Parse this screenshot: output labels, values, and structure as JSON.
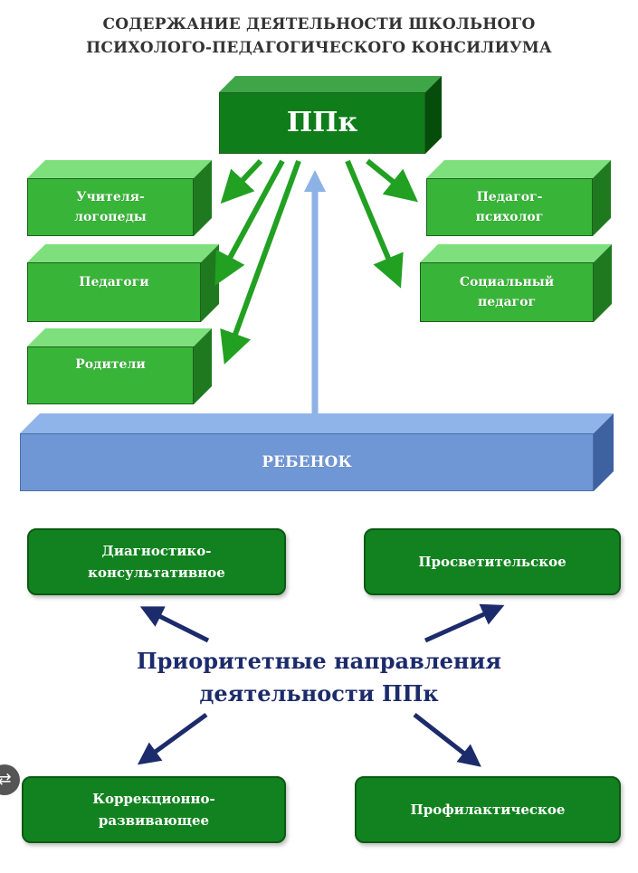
{
  "title": {
    "line1": "СОДЕРЖАНИЕ ДЕЯТЕЛЬНОСТИ ШКОЛЬНОГО",
    "line2": "ПСИХОЛОГО-ПЕДАГОГИЧЕСКОГО КОНСИЛИУМА"
  },
  "ppk": "ППк",
  "left_boxes": [
    {
      "line1": "Учителя-",
      "line2": "логопеды"
    },
    {
      "line1": "Педагоги",
      "line2": ""
    },
    {
      "line1": "Родители",
      "line2": ""
    }
  ],
  "right_boxes": [
    {
      "line1": "Педагог-",
      "line2": "психолог"
    },
    {
      "line1": "Социальный",
      "line2": "педагог"
    }
  ],
  "child": "РЕБЕНОК",
  "directions": {
    "top_left": {
      "line1": "Диагностико-",
      "line2": "консультативное"
    },
    "top_right": {
      "line1": "Просветительское"
    },
    "bottom_left": {
      "line1": "Коррекционно-",
      "line2": "развивающее"
    },
    "bottom_right": {
      "line1": "Профилактическое"
    }
  },
  "center": {
    "line1": "Приоритетные направления",
    "line2": "деятельности ППк"
  },
  "colors": {
    "green": "#38b538",
    "dark_green": "#0f7d19",
    "blue_box": "#6f97d6",
    "arrow_blue": "#8cb2e6",
    "navy_text": "#1c2b6b"
  },
  "side_icon": "share-icon"
}
